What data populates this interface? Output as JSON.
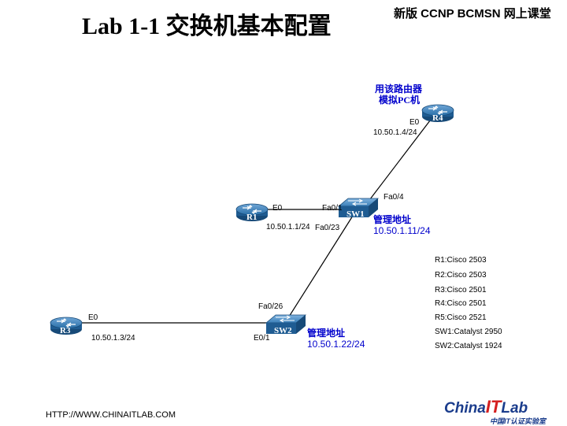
{
  "header": {
    "title": "Lab 1-1 交换机基本配置",
    "course": "新版 CCNP BCMSN 网上课堂"
  },
  "devices": {
    "r1": {
      "name": "R1",
      "iface": "E0",
      "ip": "10.50.1.1/24"
    },
    "r3": {
      "name": "R3",
      "iface": "E0",
      "ip": "10.50.1.3/24"
    },
    "r4": {
      "name": "R4",
      "iface": "E0",
      "ip": "10.50.1.4/24",
      "note_line1": "用该路由器",
      "note_line2": "模拟PC机"
    },
    "sw1": {
      "name": "SW1",
      "port_r1": "Fa0/1",
      "port_r4": "Fa0/4",
      "port_sw2": "Fa0/23",
      "mgmt_label": "管理地址",
      "mgmt_ip": "10.50.1.11/24"
    },
    "sw2": {
      "name": "SW2",
      "port_sw1": "Fa0/26",
      "port_r3": "E0/1",
      "mgmt_label": "管理地址",
      "mgmt_ip": "10.50.1.22/24"
    }
  },
  "models": [
    "R1:Cisco 2503",
    "R2:Cisco 2503",
    "R3:Cisco 2501",
    "R4:Cisco 2501",
    "R5:Cisco 2521",
    "SW1:Catalyst 2950",
    "SW2:Catalyst 1924"
  ],
  "footer": {
    "url": "HTTP://WWW.CHINAITLAB.COM",
    "logo_part1": "China",
    "logo_part2": "IT",
    "logo_part3": "Lab",
    "logo_sub": "中国IT认证实验室"
  },
  "colors": {
    "device_blue": "#2a6fa8",
    "device_dark": "#174a78",
    "chinese_text": "#0000cc",
    "logo_red": "#d42020",
    "logo_blue": "#1a3c8c"
  }
}
